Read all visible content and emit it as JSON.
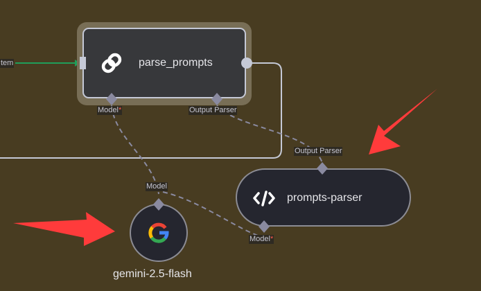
{
  "canvas": {
    "background": "#483c21",
    "edge_color": "#c5c9d6",
    "dashed_edge_color": "#8a8aa0",
    "main_edge_active_color": "#1f9e5a",
    "annotation_arrow_color": "#ff3b3b"
  },
  "incoming_edge": {
    "label": "tem"
  },
  "nodes": {
    "parse_prompts": {
      "title": "parse_prompts",
      "icon": "link-icon",
      "selected": true,
      "inputs": [
        {
          "label": "Model",
          "required_mark": "*"
        },
        {
          "label": "Output Parser",
          "required_mark": ""
        }
      ]
    },
    "prompts_parser": {
      "title": "prompts-parser",
      "icon": "code-icon",
      "top_label": "Output Parser",
      "bottom_label": "Model",
      "bottom_required_mark": "*"
    },
    "gemini": {
      "title": "gemini-2.5-flash",
      "icon": "google-icon",
      "top_label": "Model"
    }
  }
}
